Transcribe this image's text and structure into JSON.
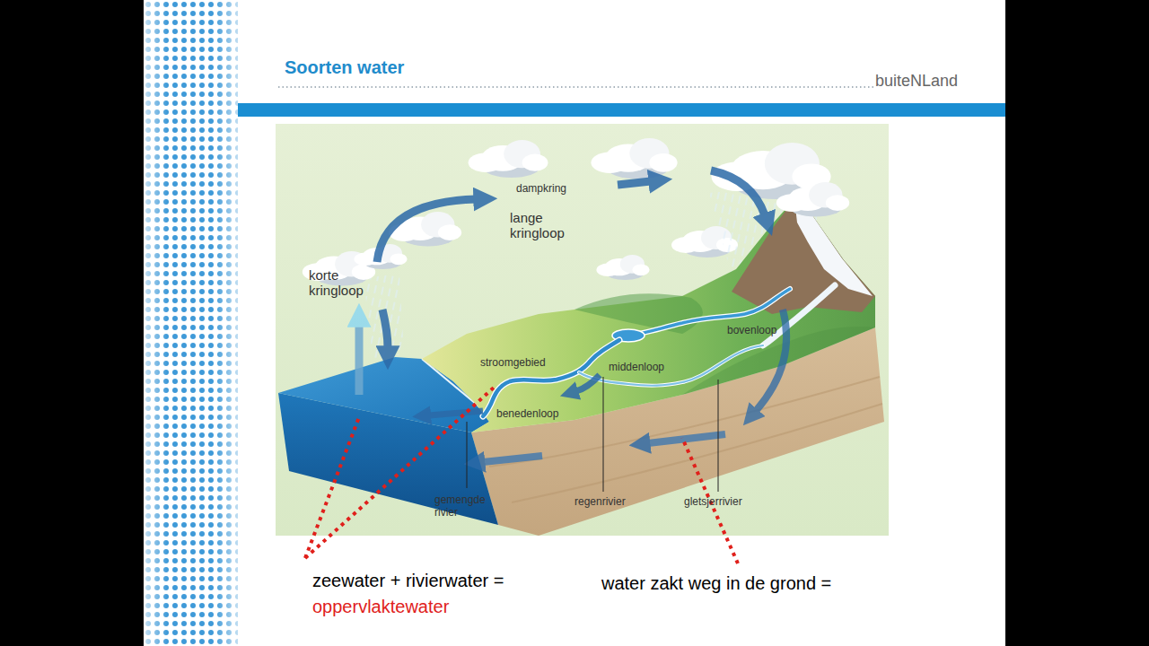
{
  "diagram": {
    "title": "Soorten water",
    "labels": [
      "buiteNLand",
      "dampkring",
      "lange kringloop",
      "korte kringloop",
      "bovenloop",
      "stroomgebied",
      "middenloop",
      "benedenloop",
      "gemengde rivier",
      "regenrivier",
      "gletsjerrivier",
      "zeewater + rivierwater =",
      "oppervlaktewater",
      "water zakt weg in de grond ="
    ]
  }
}
